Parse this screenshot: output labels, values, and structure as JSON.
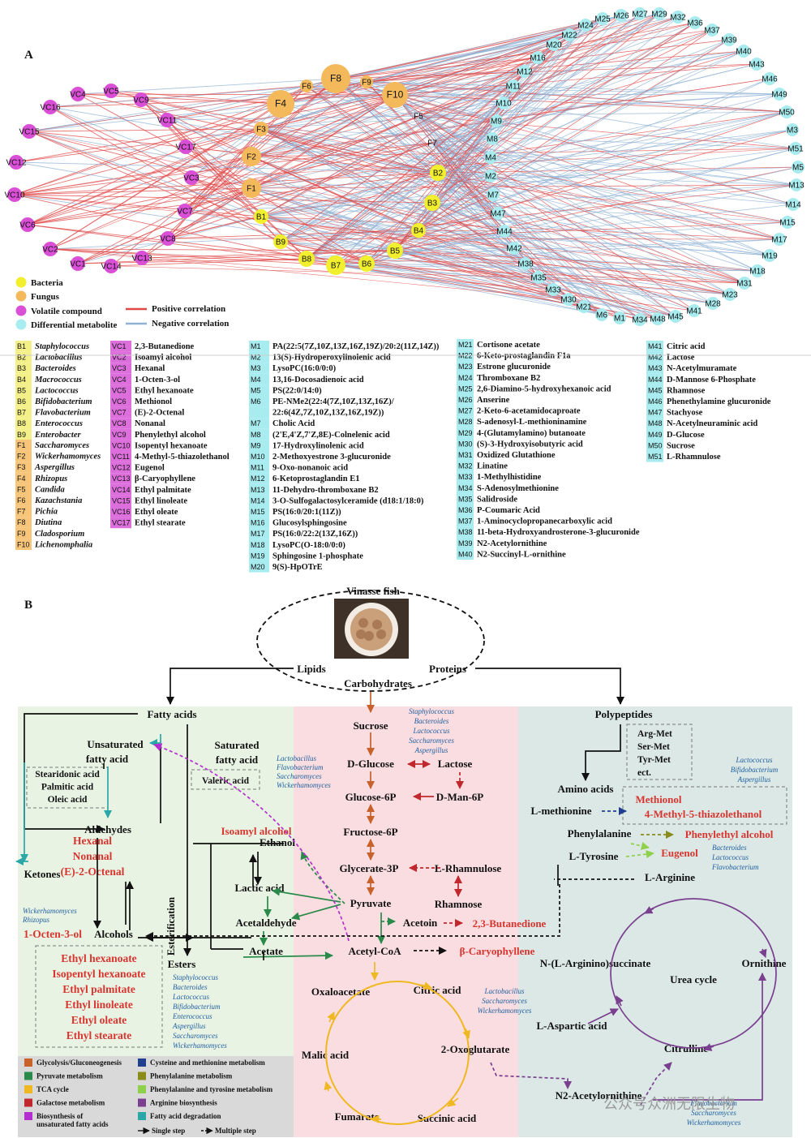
{
  "panel_a": {
    "label": "A",
    "bacteria_nodes": [
      "B1",
      "B2",
      "B3",
      "B4",
      "B5",
      "B6",
      "B7",
      "B8",
      "B9"
    ],
    "fungus_nodes": [
      "F1",
      "F2",
      "F3",
      "F4",
      "F5",
      "F6",
      "F7",
      "F8",
      "F9",
      "F10"
    ],
    "volatile_nodes": [
      "VC1",
      "VC2",
      "VC3",
      "VC4",
      "VC5",
      "VC6",
      "VC7",
      "VC8",
      "VC9",
      "VC10",
      "VC11",
      "VC12",
      "VC13",
      "VC14",
      "VC15",
      "VC16",
      "VC17"
    ],
    "metabolite_inner": [
      "M16",
      "M12",
      "M11",
      "M10",
      "M9",
      "M8",
      "M4",
      "M2",
      "M7",
      "M47",
      "M44",
      "M42",
      "M38",
      "M35",
      "M33",
      "M30",
      "M21",
      "M6"
    ],
    "metabolite_outer": [
      "M1",
      "M34",
      "M48",
      "M45",
      "M41",
      "M28",
      "M23",
      "M31",
      "M18",
      "M19",
      "M17",
      "M15",
      "M14",
      "M13",
      "M5",
      "M51",
      "M3",
      "M50",
      "M49",
      "M46",
      "M43",
      "M40",
      "M39",
      "M37",
      "M36",
      "M32",
      "M29",
      "M27",
      "M26",
      "M25",
      "M24",
      "M22",
      "M20"
    ],
    "legend": {
      "bacteria": "Bacteria",
      "fungus": "Fungus",
      "volatile": "Volatile compound",
      "metabolite": "Differential metabolite",
      "positive": "Positive correlation",
      "negative": "Negative correlation"
    },
    "colors": {
      "bacteria": "#f2ef2e",
      "fungus": "#f4b95b",
      "volatile": "#d94fd6",
      "metabolite": "#a8ecef",
      "positive": "#e04848",
      "negative": "#8fb2d4"
    }
  },
  "key_bacteria": [
    [
      "B1",
      "Staphylococcus"
    ],
    [
      "B2",
      "Lactobacillus"
    ],
    [
      "B3",
      "Bacteroides"
    ],
    [
      "B4",
      "Macrococcus"
    ],
    [
      "B5",
      "Lactococcus"
    ],
    [
      "B6",
      "Bifidobacterium"
    ],
    [
      "B7",
      "Flavobacterium"
    ],
    [
      "B8",
      "Enterococcus"
    ],
    [
      "B9",
      "Enterobacter"
    ]
  ],
  "key_fungi": [
    [
      "F1",
      "Saccharomyces"
    ],
    [
      "F2",
      "Wickerhamomyces"
    ],
    [
      "F3",
      "Aspergillus"
    ],
    [
      "F4",
      "Rhizopus"
    ],
    [
      "F5",
      "Candida"
    ],
    [
      "F6",
      "Kazachstania"
    ],
    [
      "F7",
      "Pichia"
    ],
    [
      "F8",
      "Diutina"
    ],
    [
      "F9",
      "Cladosporium"
    ],
    [
      "F10",
      "Lichenomphalia"
    ]
  ],
  "key_volatile": [
    [
      "VC1",
      "2,3-Butanedione"
    ],
    [
      "VC2",
      "Isoamyl alcohol"
    ],
    [
      "VC3",
      "Hexanal"
    ],
    [
      "VC4",
      "1-Octen-3-ol"
    ],
    [
      "VC5",
      "Ethyl hexanoate"
    ],
    [
      "VC6",
      "Methionol"
    ],
    [
      "VC7",
      "(E)-2-Octenal"
    ],
    [
      "VC8",
      "Nonanal"
    ],
    [
      "VC9",
      "Phenylethyl alcohol"
    ],
    [
      "VC10",
      "Isopentyl hexanoate"
    ],
    [
      "VC11",
      "4-Methyl-5-thiazolethanol"
    ],
    [
      "VC12",
      "Eugenol"
    ],
    [
      "VC13",
      "β-Caryophyllene"
    ],
    [
      "VC14",
      "Ethyl palmitate"
    ],
    [
      "VC15",
      "Ethyl linoleate"
    ],
    [
      "VC16",
      "Ethyl oleate"
    ],
    [
      "VC17",
      "Ethyl stearate"
    ]
  ],
  "key_m1": [
    [
      "M1",
      "PA(22:5(7Z,10Z,13Z,16Z,19Z)/20:2(11Z,14Z))"
    ],
    [
      "M2",
      "13(S)-Hydroperoxylinolenic acid"
    ],
    [
      "M3",
      "LysoPC(16:0/0:0)"
    ],
    [
      "M4",
      "13,16-Docosadienoic acid"
    ],
    [
      "M5",
      "PS(22:0/14:0)"
    ],
    [
      "M6",
      "PE-NMe2(22:4(7Z,10Z,13Z,16Z)/"
    ],
    [
      "",
      "22:6(4Z,7Z,10Z,13Z,16Z,19Z))"
    ],
    [
      "M7",
      "Cholic Acid"
    ],
    [
      "M8",
      "(2'E,4'Z,7'Z,8E)-Colnelenic acid"
    ],
    [
      "M9",
      "17-Hydroxylinolenic acid"
    ],
    [
      "M10",
      "2-Methoxyestrone 3-glucuronide"
    ],
    [
      "M11",
      "9-Oxo-nonanoic acid"
    ],
    [
      "M12",
      "6-Ketoprostaglandin E1"
    ],
    [
      "M13",
      "11-Dehydro-thromboxane B2"
    ],
    [
      "M14",
      "3-O-Sulfogalactosylceramide (d18:1/18:0)"
    ],
    [
      "M15",
      "PS(16:0/20:1(11Z))"
    ],
    [
      "M16",
      "Glucosylsphingosine"
    ],
    [
      "M17",
      "PS(16:0/22:2(13Z,16Z))"
    ],
    [
      "M18",
      "LysoPC(O-18:0/0:0)"
    ],
    [
      "M19",
      "Sphingosine 1-phosphate"
    ],
    [
      "M20",
      "9(S)-HpOTrE"
    ]
  ],
  "key_m2": [
    [
      "M21",
      "Cortisone acetate"
    ],
    [
      "M22",
      "6-Keto-prostaglandin F1a"
    ],
    [
      "M23",
      "Estrone glucuronide"
    ],
    [
      "M24",
      "Thromboxane B2"
    ],
    [
      "M25",
      "2,6-Diamino-5-hydroxyhexanoic acid"
    ],
    [
      "M26",
      "Anserine"
    ],
    [
      "M27",
      "2-Keto-6-acetamidocaproate"
    ],
    [
      "M28",
      "S-adenosyl-L-methioninamine"
    ],
    [
      "M29",
      "4-(Glutamylamino) butanoate"
    ],
    [
      "M30",
      "(S)-3-Hydroxyisobutyric acid"
    ],
    [
      "M31",
      "Oxidized Glutathione"
    ],
    [
      "M32",
      "Linatine"
    ],
    [
      "M33",
      "1-Methylhistidine"
    ],
    [
      "M34",
      "S-Adenosylmethionine"
    ],
    [
      "M35",
      "Salidroside"
    ],
    [
      "M36",
      "P-Coumaric Acid"
    ],
    [
      "M37",
      "1-Aminocyclopropanecarboxylic acid"
    ],
    [
      "M38",
      "11-beta-Hydroxyandrosterone-3-glucuronide"
    ],
    [
      "M39",
      "N2-Acetylornithine"
    ],
    [
      "M40",
      "N2-Succinyl-L-ornithine"
    ]
  ],
  "key_m3": [
    [
      "M41",
      "Citric acid"
    ],
    [
      "M42",
      "Lactose"
    ],
    [
      "M43",
      "N-Acetylmuramate"
    ],
    [
      "M44",
      "D-Mannose 6-Phosphate"
    ],
    [
      "M45",
      "Rhamnose"
    ],
    [
      "M46",
      "Phenethylamine glucuronide"
    ],
    [
      "M47",
      "Stachyose"
    ],
    [
      "M48",
      "N-Acetylneuraminic acid"
    ],
    [
      "M49",
      "D-Glucose"
    ],
    [
      "M50",
      "Sucrose"
    ],
    [
      "M51",
      "L-Rhamnulose"
    ]
  ],
  "panel_b": {
    "label": "B",
    "top": {
      "title": "Vinasse fish",
      "lipids": "Lipids",
      "proteins": "Proteins",
      "carbs": "Carbohydrates"
    },
    "left": {
      "fatty_acids": "Fatty acids",
      "unsat1": "Unsaturated",
      "unsat2": "fatty acid",
      "sat1": "Saturated",
      "sat2": "fatty acid",
      "unsat_box": [
        "Stearidonic acid",
        "Palmitic acid",
        "Oleic acid"
      ],
      "valeric": "Valeric acid",
      "aldehydes": "Aldehydes",
      "ald_vc": [
        "Hexanal",
        "Nonanal",
        "(E)-2-Octenal"
      ],
      "ketones": "Ketones",
      "alcohols": "Alcohols",
      "octenol": "1-Octen-3-ol",
      "esters": "Esters",
      "ester_box": [
        "Ethyl hexanoate",
        "Isopentyl hexanoate",
        "Ethyl palmitate",
        "Ethyl linoleate",
        "Ethyl oleate",
        "Ethyl stearate"
      ],
      "esterification": "Esterification",
      "microbes_alc": [
        "Wickerhamomyces",
        "Rhizopus"
      ],
      "microbes_fa": [
        "Lactobacillus",
        "Flavobacterium",
        "Saccharomyces",
        "Wickerhamomyces"
      ],
      "microbes_est": [
        "Staphylococcus",
        "Bacteroides",
        "Lactococcus",
        "Bifidobacterium",
        "Enterococcus",
        "Aspergillus",
        "Saccharomyces",
        "Wickerhamomyces"
      ]
    },
    "middle": {
      "isoamyl": "Isoamyl alcohol",
      "ethanol": "Ethanol",
      "lactic": "Lactic acid",
      "acetaldehyde": "Acetaldehyde",
      "acetate": "Acetate",
      "sucrose": "Sucrose",
      "dglucose": "D-Glucose",
      "lactose": "Lactose",
      "glucose6p": "Glucose-6P",
      "dman6p": "D-Man-6P",
      "fructose6p": "Fructose-6P",
      "glycerate3p": "Glycerate-3P",
      "lrhamnulose": "L-Rhamnulose",
      "rhamnose": "Rhamnose",
      "pyruvate": "Pyruvate",
      "acetoin": "Acetoin",
      "butanedione": "2,3-Butanedione",
      "acetylcoa": "Acetyl-CoA",
      "caryophyllene": "β-Caryophyllene",
      "oxaloacetate": "Oxaloacetate",
      "citric": "Citric acid",
      "oxoglutarate": "2-Oxoglutarate",
      "malic": "Malic acid",
      "fumarate": "Fumarate",
      "succinic": "Succinic acid",
      "microbes_sugar": [
        "Staphylococcus",
        "Bacteroides",
        "Lactococcus",
        "Saccharomyces",
        "Aspergillus"
      ],
      "microbes_tca": [
        "Lactobacillus",
        "Saccharomyces",
        "Wickerhamomyces"
      ]
    },
    "right": {
      "polypeptides": "Polypeptides",
      "peptides": [
        "Arg-Met",
        "Ser-Met",
        "Tyr-Met",
        "ect."
      ],
      "amino": "Amino acids",
      "lmet": "L-methionine",
      "methionol": "Methionol",
      "thiazole": "4-Methyl-5-thiazolethanol",
      "phe": "Phenylalanine",
      "phenylethyl": "Phenylethyl alcohol",
      "tyr": "L-Tyrosine",
      "eugenol": "Eugenol",
      "larg": "L-Arginine",
      "nargsucc": "N-(L-Arginino)succinate",
      "urea": "Urea cycle",
      "ornithine": "Ornithine",
      "laspartic": "L-Aspartic acid",
      "citrulline": "Citrulline",
      "n2acetyl": "N2-Acetylornithine",
      "microbes_pep": [
        "Lactococcus",
        "Bifidobacterium",
        "Aspergillus"
      ],
      "microbes_aa": [
        "Bacteroides",
        "Lactococcus",
        "Flavobacterium"
      ],
      "microbes_n2": [
        "Flavobacterium",
        "Saccharomyces",
        "Wickerhamomyces"
      ]
    },
    "legend": [
      [
        "Glycolysis/Gluconeogenesis",
        "#c8622a"
      ],
      [
        "Cysteine and methionine metabolism",
        "#1f3f8f"
      ],
      [
        "Pyruvate metabolism",
        "#2a8a4a"
      ],
      [
        "Phenylalanine metabolism",
        "#8b8b1a"
      ],
      [
        "TCA cycle",
        "#f0b820"
      ],
      [
        "Phenylalanine and tyrosine metabolism",
        "#8fd04a"
      ],
      [
        "Galactose metabolism",
        "#c0282e"
      ],
      [
        "Arginine biosynthesis",
        "#7a3f8f"
      ],
      [
        "Biosynthesis of unsaturated fatty acids",
        "#b52fd0"
      ],
      [
        "Fatty acid degradation",
        "#2aa8a8"
      ]
    ],
    "legend_single": "Single step",
    "legend_multi": "Multiple step",
    "colors": {
      "green_bg": "#e9f3e4",
      "pink_bg": "#f9dde0",
      "blue_bg": "#dbe8e6",
      "red": "#d8352f",
      "blue_txt": "#1f5f9f"
    }
  },
  "watermark": "公众号众洲无限生物"
}
